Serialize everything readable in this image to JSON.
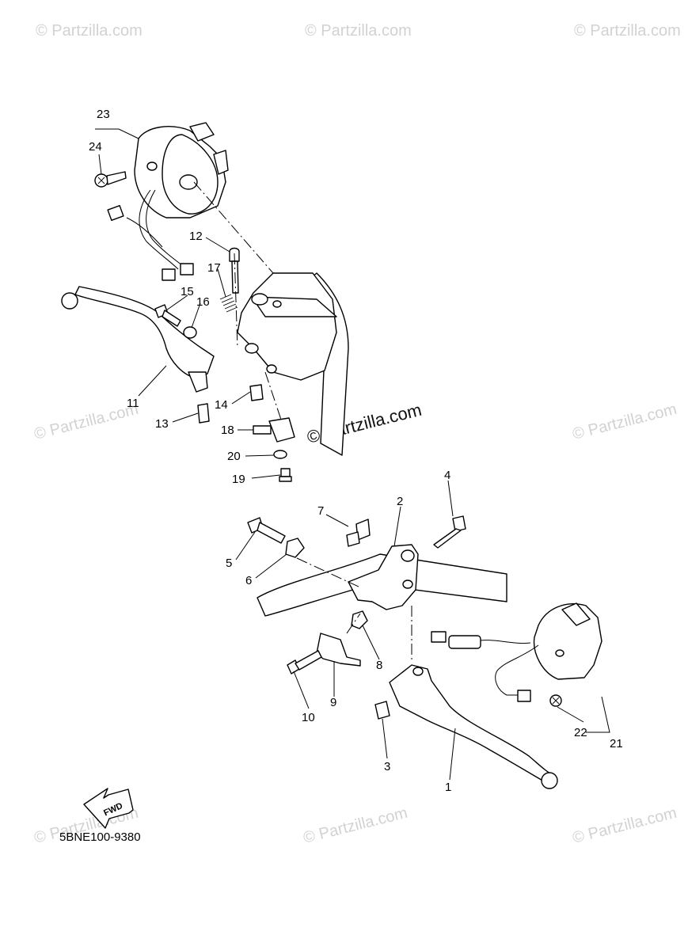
{
  "watermark": {
    "text": "© Partzilla.com",
    "center_text": "© Partzilla.com"
  },
  "diagram_code": "5BNE100-9380",
  "fwd_label": "FWD",
  "callouts": {
    "c1": "1",
    "c2": "2",
    "c3": "3",
    "c4": "4",
    "c5": "5",
    "c6": "6",
    "c7": "7",
    "c8": "8",
    "c9": "9",
    "c10": "10",
    "c11": "11",
    "c12": "12",
    "c13": "13",
    "c14": "14",
    "c15": "15",
    "c16": "16",
    "c17": "17",
    "c18": "18",
    "c19": "19",
    "c20": "20",
    "c21": "21",
    "c22": "22",
    "c23": "23",
    "c24": "24"
  }
}
